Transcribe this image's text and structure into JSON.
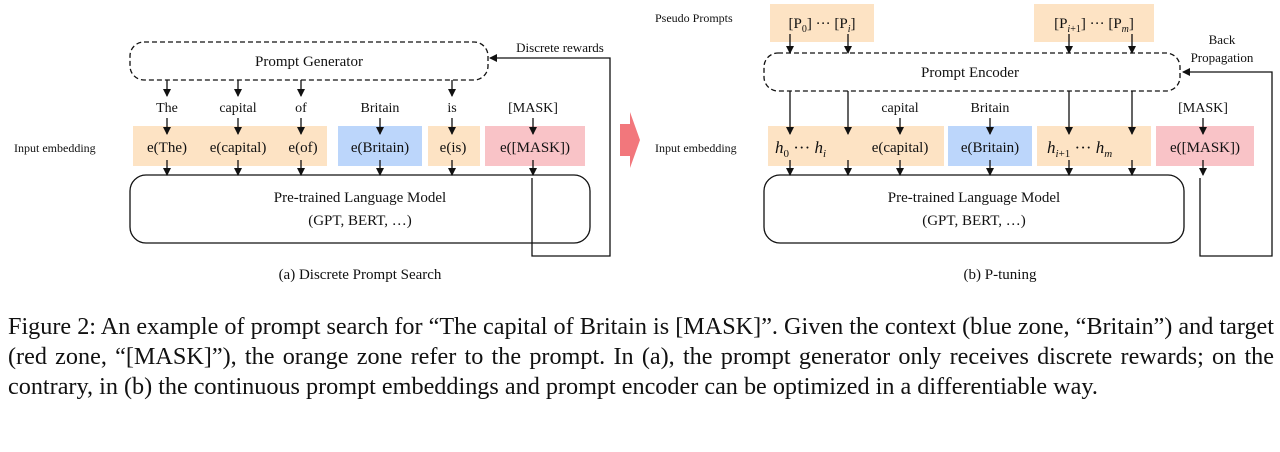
{
  "colors": {
    "prompt_orange": "#fde3c4",
    "context_blue": "#bcd6fb",
    "target_red": "#f9c3c7",
    "center_arrow": "#f2777c"
  },
  "left": {
    "generator_label": "Prompt Generator",
    "rewards_label": "Discrete rewards",
    "tokens": [
      "The",
      "capital",
      "of",
      "Britain",
      "is",
      "[MASK]"
    ],
    "input_label": "Input embedding",
    "embeddings": [
      "e(The)",
      "e(capital)",
      "e(of)",
      "e(Britain)",
      "e(is)",
      "e([MASK])"
    ],
    "model_title": "Pre-trained Language Model",
    "model_sub": "(GPT, BERT, …)",
    "caption": "(a) Discrete Prompt Search"
  },
  "right": {
    "pseudo_label": "Pseudo Prompts",
    "pseudo_1": "[P0] ··· [Pi]",
    "pseudo_2": "[Pi+1] ··· [Pm]",
    "backprop_1": "Back",
    "backprop_2": "Propagation",
    "encoder_label": "Prompt Encoder",
    "tokens": [
      "capital",
      "Britain",
      "[MASK]"
    ],
    "input_label": "Input embedding",
    "emb_h": "h0 ··· hi",
    "emb_capital": "e(capital)",
    "emb_britain": "e(Britain)",
    "emb_h2": "hi+1 ··· hm",
    "emb_mask": "e([MASK])",
    "model_title": "Pre-trained Language Model",
    "model_sub": "(GPT, BERT, …)",
    "caption": "(b) P-tuning"
  },
  "figure_caption": "Figure 2: An example of prompt search for “The capital of Britain is [MASK]”. Given the context (blue zone, “Britain”) and target (red zone, “[MASK]”), the orange zone refer to the prompt. In (a), the prompt generator only receives discrete rewards; on the contrary, in (b) the continuous prompt embeddings and prompt encoder can be optimized in a differentiable way."
}
